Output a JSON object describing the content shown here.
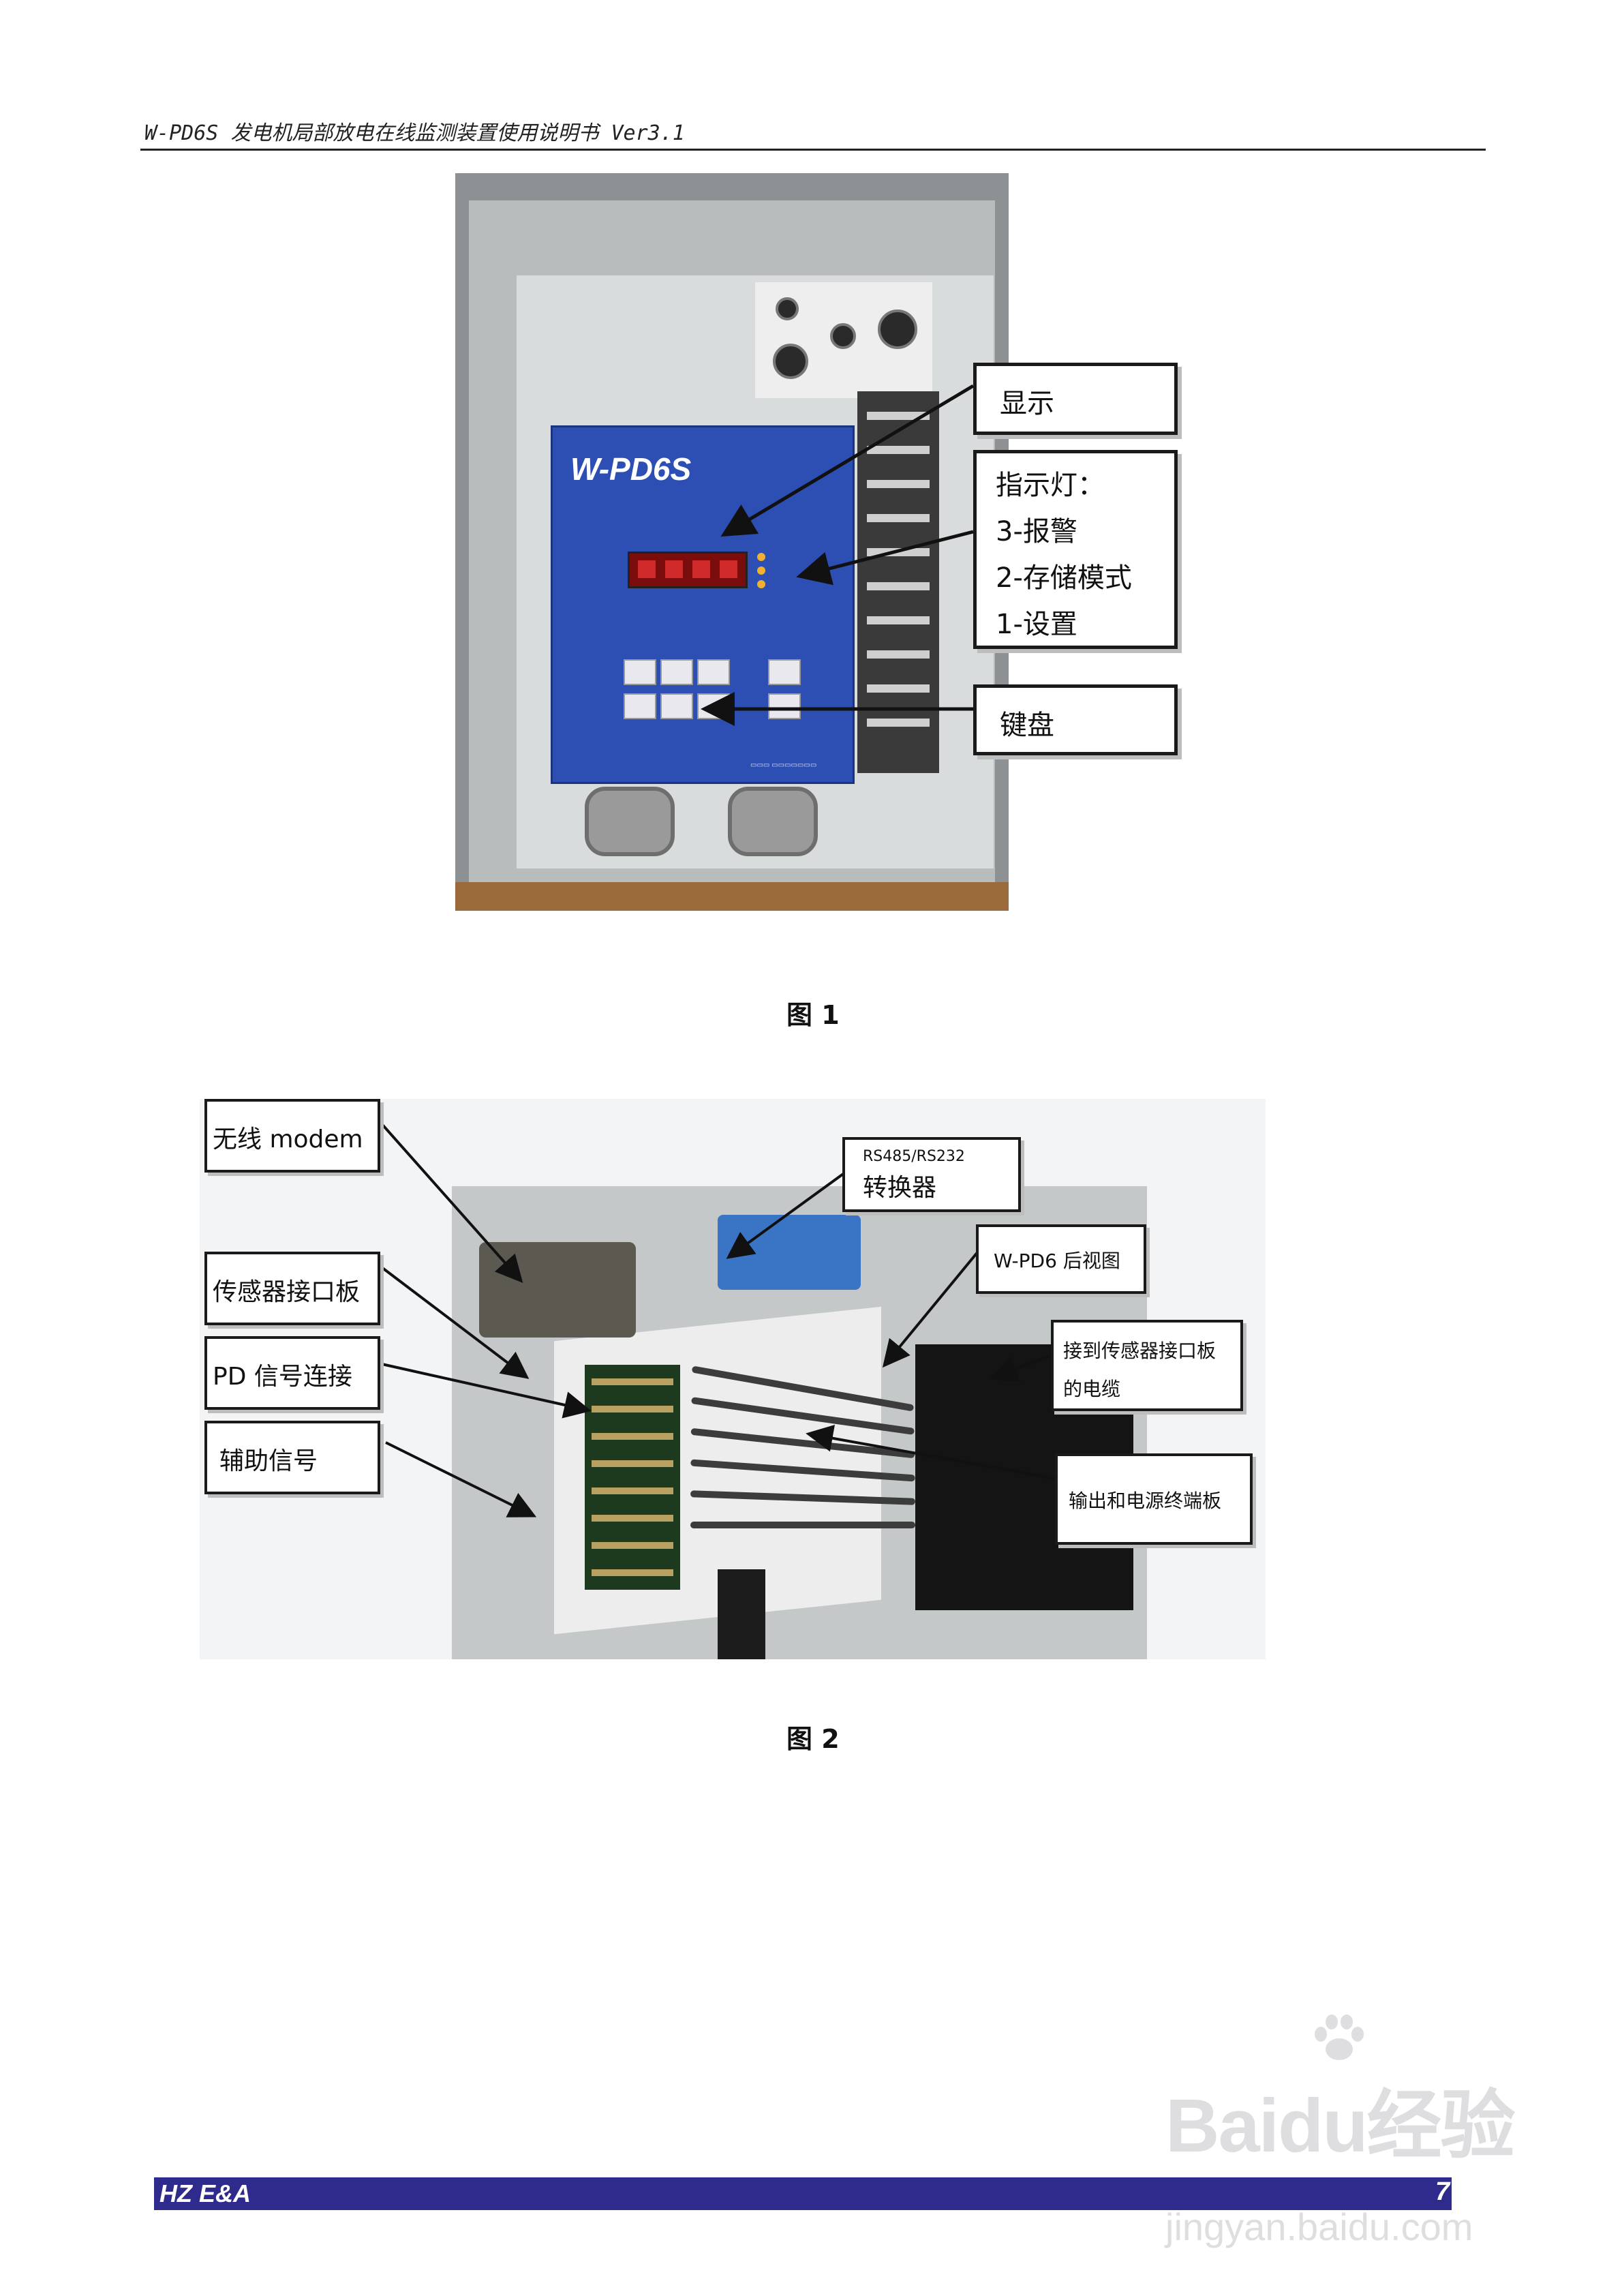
{
  "header": {
    "title": "W-PD6S 发电机局部放电在线监测装置使用说明书 Ver3.1"
  },
  "figure1": {
    "panel_brand": "W-PD6S",
    "callouts": {
      "display": "显示",
      "indicators_title": "指示灯：",
      "indicator_3": "3-报警",
      "indicator_2": "2-存储模式",
      "indicator_1": "1-设置",
      "keyboard": "键盘"
    },
    "caption": "图  1"
  },
  "figure2": {
    "callouts": {
      "wireless_modem": "无线 modem",
      "converter_line1": "RS485/RS232",
      "converter_line2": "转换器",
      "rear_view": "W-PD6 后视图",
      "sensor_board": "传感器接口板",
      "cable_line1": "接到传感器接口板",
      "cable_line2": "的电缆",
      "pd_signal": "PD 信号连接",
      "aux_signal": "辅助信号",
      "output_power": "输出和电源终端板"
    },
    "caption": "图  2"
  },
  "footer": {
    "left": "HZ E&A",
    "page": "7"
  },
  "watermark": {
    "main": "Baidu经验",
    "sub": "jingyan.baidu.com"
  },
  "colors": {
    "footer_bar": "#2e2b8c",
    "panel_blue": "#2d4fb3",
    "header_rule": "#222222"
  }
}
